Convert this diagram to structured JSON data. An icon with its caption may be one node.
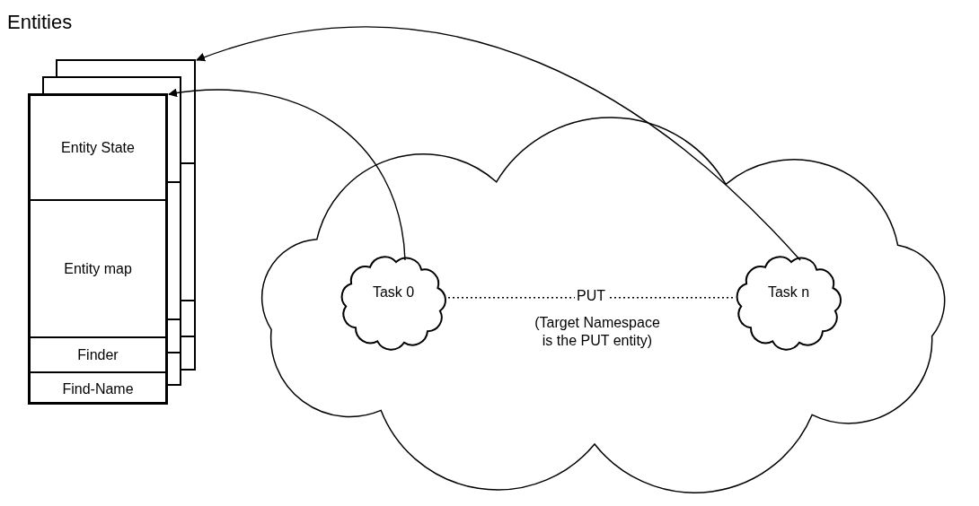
{
  "diagram": {
    "nodes": [
      {
        "text": [],
        "shape": "box"
      },
      {
        "text": [],
        "shape": "box",
        "in": 0
      },
      {
        "text": [
          "Entity State"
        ],
        "in": 1
      },
      {
        "text": [
          "Entity map"
        ],
        "in": 1
      },
      {
        "text": [
          "Finder"
        ],
        "in": 1
      },
      {
        "text": [
          "Find-Name"
        ],
        "in": 1
      },
      {
        "text": [],
        "shape": "cloud"
      },
      {
        "text": [
          "Task 0"
        ],
        "in": 6
      },
      {
        "text": [
          "Task n"
        ],
        "in": 6
      }
    ],
    "edges": [
      {
        "from": 7,
        "to": 1,
        "arrow": "to"
      },
      {
        "from": 8,
        "to": 0,
        "arrow": "to"
      },
      {
        "from": 7,
        "to": 8,
        "arrow": "none",
        "label": "PUT",
        "style": "dashed"
      }
    ],
    "labels": [
      "Entities",
      "(Target Namespace is the PUT entity)"
    ]
  }
}
